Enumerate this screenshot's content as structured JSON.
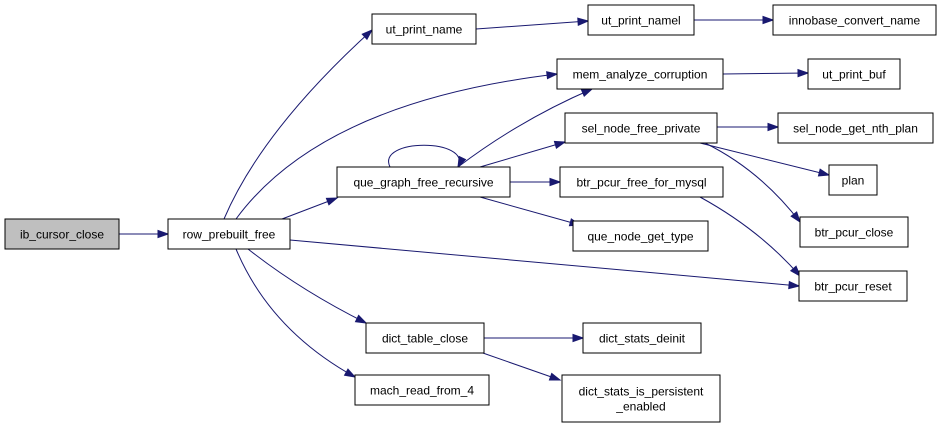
{
  "nodes": [
    {
      "id": "ib_cursor_close",
      "lines": [
        "ib_cursor_close"
      ],
      "root": true
    },
    {
      "id": "row_prebuilt_free",
      "lines": [
        "row_prebuilt_free"
      ]
    },
    {
      "id": "ut_print_name",
      "lines": [
        "ut_print_name"
      ]
    },
    {
      "id": "ut_print_namel",
      "lines": [
        "ut_print_namel"
      ]
    },
    {
      "id": "innobase_convert_name",
      "lines": [
        "innobase_convert_name"
      ]
    },
    {
      "id": "mem_analyze_corruption",
      "lines": [
        "mem_analyze_corruption"
      ]
    },
    {
      "id": "ut_print_buf",
      "lines": [
        "ut_print_buf"
      ]
    },
    {
      "id": "sel_node_free_private",
      "lines": [
        "sel_node_free_private"
      ]
    },
    {
      "id": "sel_node_get_nth_plan",
      "lines": [
        "sel_node_get_nth_plan"
      ]
    },
    {
      "id": "que_graph_free_recursive",
      "lines": [
        "que_graph_free_recursive"
      ]
    },
    {
      "id": "plan",
      "lines": [
        "plan"
      ]
    },
    {
      "id": "btr_pcur_free_for_mysql",
      "lines": [
        "btr_pcur_free_for_mysql"
      ]
    },
    {
      "id": "btr_pcur_close",
      "lines": [
        "btr_pcur_close"
      ]
    },
    {
      "id": "que_node_get_type",
      "lines": [
        "que_node_get_type"
      ]
    },
    {
      "id": "btr_pcur_reset",
      "lines": [
        "btr_pcur_reset"
      ]
    },
    {
      "id": "dict_table_close",
      "lines": [
        "dict_table_close"
      ]
    },
    {
      "id": "dict_stats_deinit",
      "lines": [
        "dict_stats_deinit"
      ]
    },
    {
      "id": "mach_read_from_4",
      "lines": [
        "mach_read_from_4"
      ]
    },
    {
      "id": "dict_stats_is_persistent_enabled",
      "lines": [
        "dict_stats_is_persistent",
        "_enabled"
      ]
    }
  ],
  "edges": [
    {
      "from": "ib_cursor_close",
      "to": "row_prebuilt_free"
    },
    {
      "from": "row_prebuilt_free",
      "to": "ut_print_name"
    },
    {
      "from": "row_prebuilt_free",
      "to": "mem_analyze_corruption"
    },
    {
      "from": "row_prebuilt_free",
      "to": "que_graph_free_recursive"
    },
    {
      "from": "row_prebuilt_free",
      "to": "btr_pcur_reset"
    },
    {
      "from": "row_prebuilt_free",
      "to": "dict_table_close"
    },
    {
      "from": "row_prebuilt_free",
      "to": "mach_read_from_4"
    },
    {
      "from": "ut_print_name",
      "to": "ut_print_namel"
    },
    {
      "from": "ut_print_namel",
      "to": "innobase_convert_name"
    },
    {
      "from": "mem_analyze_corruption",
      "to": "ut_print_buf"
    },
    {
      "from": "que_graph_free_recursive",
      "to": "mem_analyze_corruption"
    },
    {
      "from": "que_graph_free_recursive",
      "to": "sel_node_free_private"
    },
    {
      "from": "que_graph_free_recursive",
      "to": "que_graph_free_recursive"
    },
    {
      "from": "que_graph_free_recursive",
      "to": "btr_pcur_free_for_mysql"
    },
    {
      "from": "que_graph_free_recursive",
      "to": "que_node_get_type"
    },
    {
      "from": "sel_node_free_private",
      "to": "sel_node_get_nth_plan"
    },
    {
      "from": "sel_node_free_private",
      "to": "plan"
    },
    {
      "from": "sel_node_free_private",
      "to": "btr_pcur_close"
    },
    {
      "from": "btr_pcur_free_for_mysql",
      "to": "btr_pcur_reset"
    },
    {
      "from": "dict_table_close",
      "to": "dict_stats_deinit"
    },
    {
      "from": "dict_table_close",
      "to": "dict_stats_is_persistent_enabled"
    }
  ]
}
